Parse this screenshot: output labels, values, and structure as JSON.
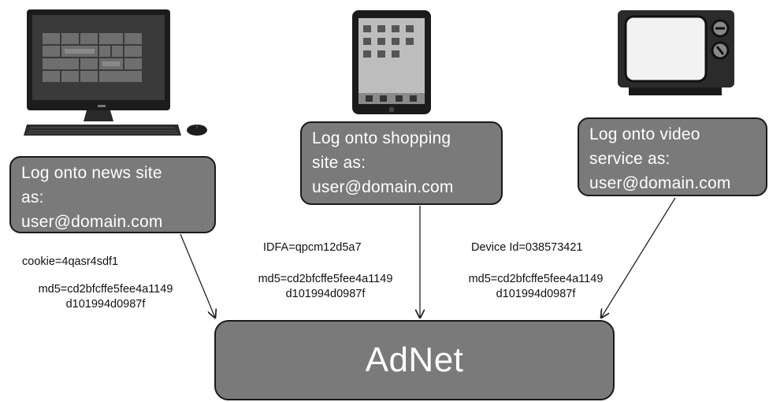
{
  "devices": [
    {
      "name": "desktop-computer",
      "icon": "desktop-computer-icon"
    },
    {
      "name": "tablet",
      "icon": "tablet-icon"
    },
    {
      "name": "television",
      "icon": "tv-icon"
    }
  ],
  "boxes": {
    "news": {
      "lines": [
        "Log onto news site",
        "as:",
        "user@domain.com"
      ]
    },
    "shopping": {
      "lines": [
        "Log onto shopping",
        "site as:",
        "user@domain.com"
      ]
    },
    "video": {
      "lines": [
        "Log onto video",
        "service as:",
        "user@domain.com"
      ]
    }
  },
  "identifiers": {
    "news": {
      "id_line": "cookie=4qasr4sdf1",
      "md5_line1": "md5=cd2bfcffe5fee4a1149",
      "md5_line2": "d101994d0987f"
    },
    "shopping": {
      "id_line": "IDFA=qpcm12d5a7",
      "md5_line1": "md5=cd2bfcffe5fee4a1149",
      "md5_line2": "d101994d0987f"
    },
    "video": {
      "id_line": "Device Id=038573421",
      "md5_line1": "md5=cd2bfcffe5fee4a1149",
      "md5_line2": "d101994d0987f"
    }
  },
  "adnet": {
    "label": "AdNet"
  },
  "colors": {
    "box_fill": "#7a7a7a",
    "box_border": "#1a1a1a",
    "box_text": "#ffffff",
    "note_text": "#111111"
  }
}
